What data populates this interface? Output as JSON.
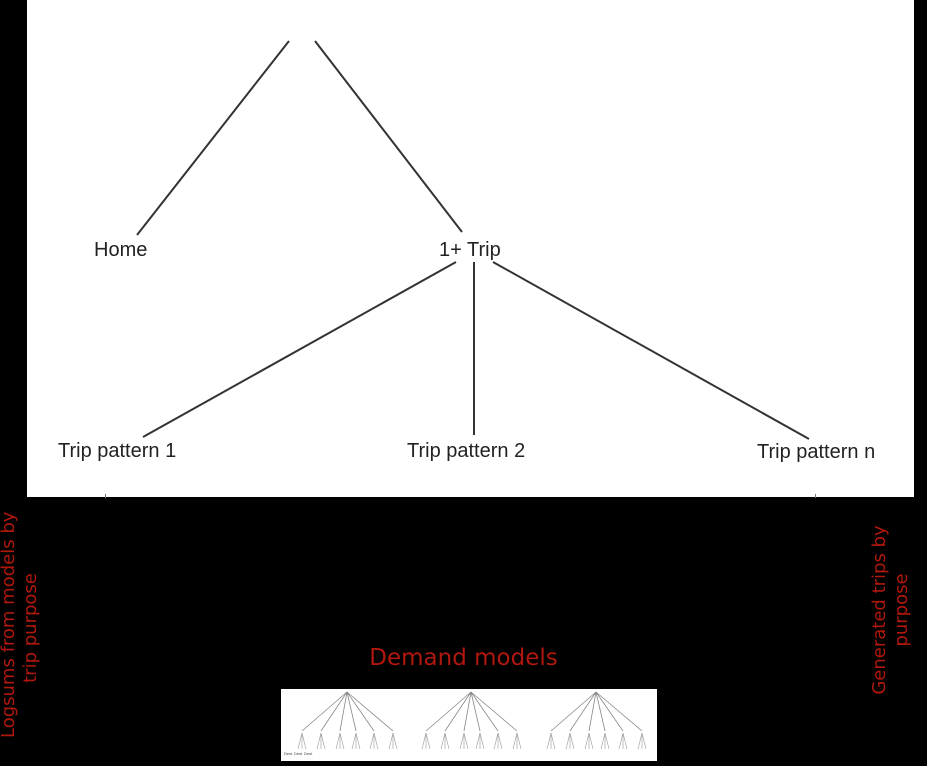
{
  "colors": {
    "line": "#333333",
    "label_red": "#b0180e",
    "panel": "#ffffff",
    "background": "#000000"
  },
  "tree": {
    "nodes": {
      "home": "Home",
      "one_plus_trip": "1+ Trip",
      "pattern_1": "Trip pattern 1",
      "pattern_2": "Trip pattern 2",
      "pattern_n": "Trip pattern n"
    }
  },
  "labels": {
    "left": [
      "Logsums from models by",
      "trip purpose"
    ],
    "right": [
      "Generated trips by",
      "purpose"
    ],
    "demand_models": "Demand models"
  },
  "thumbnail_tiny_labels": [
    "Dest",
    "Dest",
    "Dest"
  ]
}
